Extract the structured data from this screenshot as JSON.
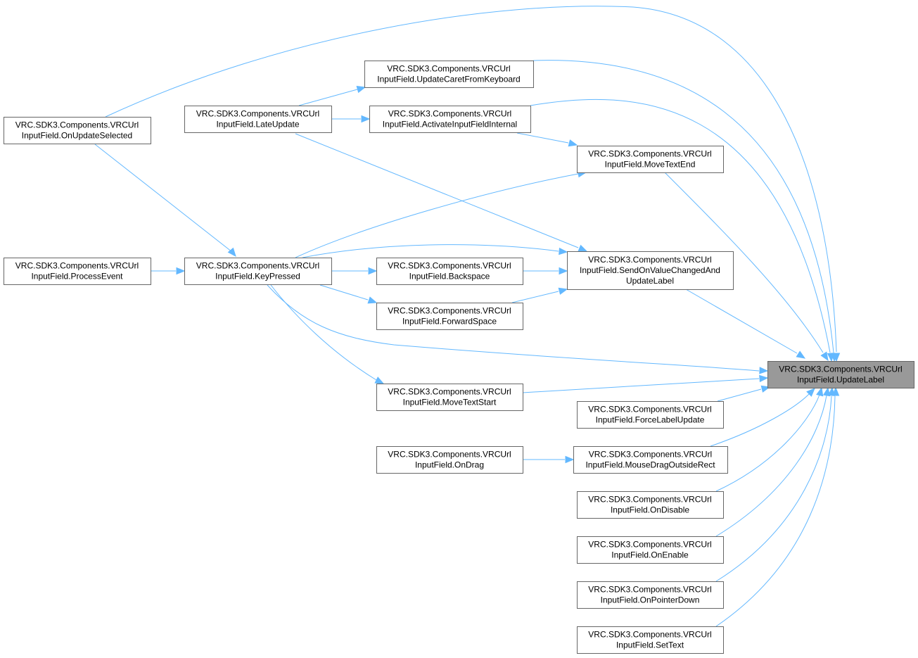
{
  "diagram": {
    "nodes": [
      {
        "id": "update_label",
        "line1": "VRC.SDK3.Components.VRCUrl",
        "line2": "InputField.UpdateLabel",
        "focus": true
      },
      {
        "id": "on_update_selected",
        "line1": "VRC.SDK3.Components.VRCUrl",
        "line2": "InputField.OnUpdateSelected"
      },
      {
        "id": "process_event",
        "line1": "VRC.SDK3.Components.VRCUrl",
        "line2": "InputField.ProcessEvent"
      },
      {
        "id": "late_update",
        "line1": "VRC.SDK3.Components.VRCUrl",
        "line2": "InputField.LateUpdate"
      },
      {
        "id": "key_pressed",
        "line1": "VRC.SDK3.Components.VRCUrl",
        "line2": "InputField.KeyPressed"
      },
      {
        "id": "update_caret",
        "line1": "VRC.SDK3.Components.VRCUrl",
        "line2": "InputField.UpdateCaretFromKeyboard"
      },
      {
        "id": "activate_internal",
        "line1": "VRC.SDK3.Components.VRCUrl",
        "line2": "InputField.ActivateInputFieldInternal"
      },
      {
        "id": "backspace",
        "line1": "VRC.SDK3.Components.VRCUrl",
        "line2": "InputField.Backspace"
      },
      {
        "id": "forward_space",
        "line1": "VRC.SDK3.Components.VRCUrl",
        "line2": "InputField.ForwardSpace"
      },
      {
        "id": "move_text_start",
        "line1": "VRC.SDK3.Components.VRCUrl",
        "line2": "InputField.MoveTextStart"
      },
      {
        "id": "on_drag",
        "line1": "VRC.SDK3.Components.VRCUrl",
        "line2": "InputField.OnDrag"
      },
      {
        "id": "move_text_end",
        "line1": "VRC.SDK3.Components.VRCUrl",
        "line2": "InputField.MoveTextEnd"
      },
      {
        "id": "send_on_value_changed",
        "line1": "VRC.SDK3.Components.VRCUrl",
        "line2": "InputField.SendOnValueChangedAnd",
        "line3": "UpdateLabel"
      },
      {
        "id": "force_label_update",
        "line1": "VRC.SDK3.Components.VRCUrl",
        "line2": "InputField.ForceLabelUpdate"
      },
      {
        "id": "mouse_drag_outside",
        "line1": "VRC.SDK3.Components.VRCUrl",
        "line2": "InputField.MouseDragOutsideRect"
      },
      {
        "id": "on_disable",
        "line1": "VRC.SDK3.Components.VRCUrl",
        "line2": "InputField.OnDisable"
      },
      {
        "id": "on_enable",
        "line1": "VRC.SDK3.Components.VRCUrl",
        "line2": "InputField.OnEnable"
      },
      {
        "id": "on_pointer_down",
        "line1": "VRC.SDK3.Components.VRCUrl",
        "line2": "InputField.OnPointerDown"
      },
      {
        "id": "set_text",
        "line1": "VRC.SDK3.Components.VRCUrl",
        "line2": "InputField.SetText"
      }
    ],
    "edges": [
      {
        "from": "on_update_selected",
        "to": "update_label"
      },
      {
        "from": "on_update_selected",
        "to": "key_pressed"
      },
      {
        "from": "process_event",
        "to": "key_pressed"
      },
      {
        "from": "late_update",
        "to": "update_caret"
      },
      {
        "from": "late_update",
        "to": "activate_internal"
      },
      {
        "from": "late_update",
        "to": "send_on_value_changed"
      },
      {
        "from": "key_pressed",
        "to": "move_text_end"
      },
      {
        "from": "key_pressed",
        "to": "send_on_value_changed"
      },
      {
        "from": "key_pressed",
        "to": "backspace"
      },
      {
        "from": "key_pressed",
        "to": "forward_space"
      },
      {
        "from": "key_pressed",
        "to": "update_label"
      },
      {
        "from": "key_pressed",
        "to": "move_text_start"
      },
      {
        "from": "update_caret",
        "to": "update_label"
      },
      {
        "from": "activate_internal",
        "to": "update_label"
      },
      {
        "from": "activate_internal",
        "to": "move_text_end"
      },
      {
        "from": "backspace",
        "to": "send_on_value_changed"
      },
      {
        "from": "forward_space",
        "to": "send_on_value_changed"
      },
      {
        "from": "move_text_start",
        "to": "update_label"
      },
      {
        "from": "on_drag",
        "to": "mouse_drag_outside"
      },
      {
        "from": "move_text_end",
        "to": "update_label"
      },
      {
        "from": "send_on_value_changed",
        "to": "update_label"
      },
      {
        "from": "force_label_update",
        "to": "update_label"
      },
      {
        "from": "mouse_drag_outside",
        "to": "update_label"
      },
      {
        "from": "on_disable",
        "to": "update_label"
      },
      {
        "from": "on_enable",
        "to": "update_label"
      },
      {
        "from": "on_pointer_down",
        "to": "update_label"
      },
      {
        "from": "set_text",
        "to": "update_label"
      }
    ]
  },
  "colors": {
    "edge": "#63b8ff",
    "node_border": "#666666",
    "focus_fill": "#999999",
    "node_fill": "#ffffff"
  }
}
